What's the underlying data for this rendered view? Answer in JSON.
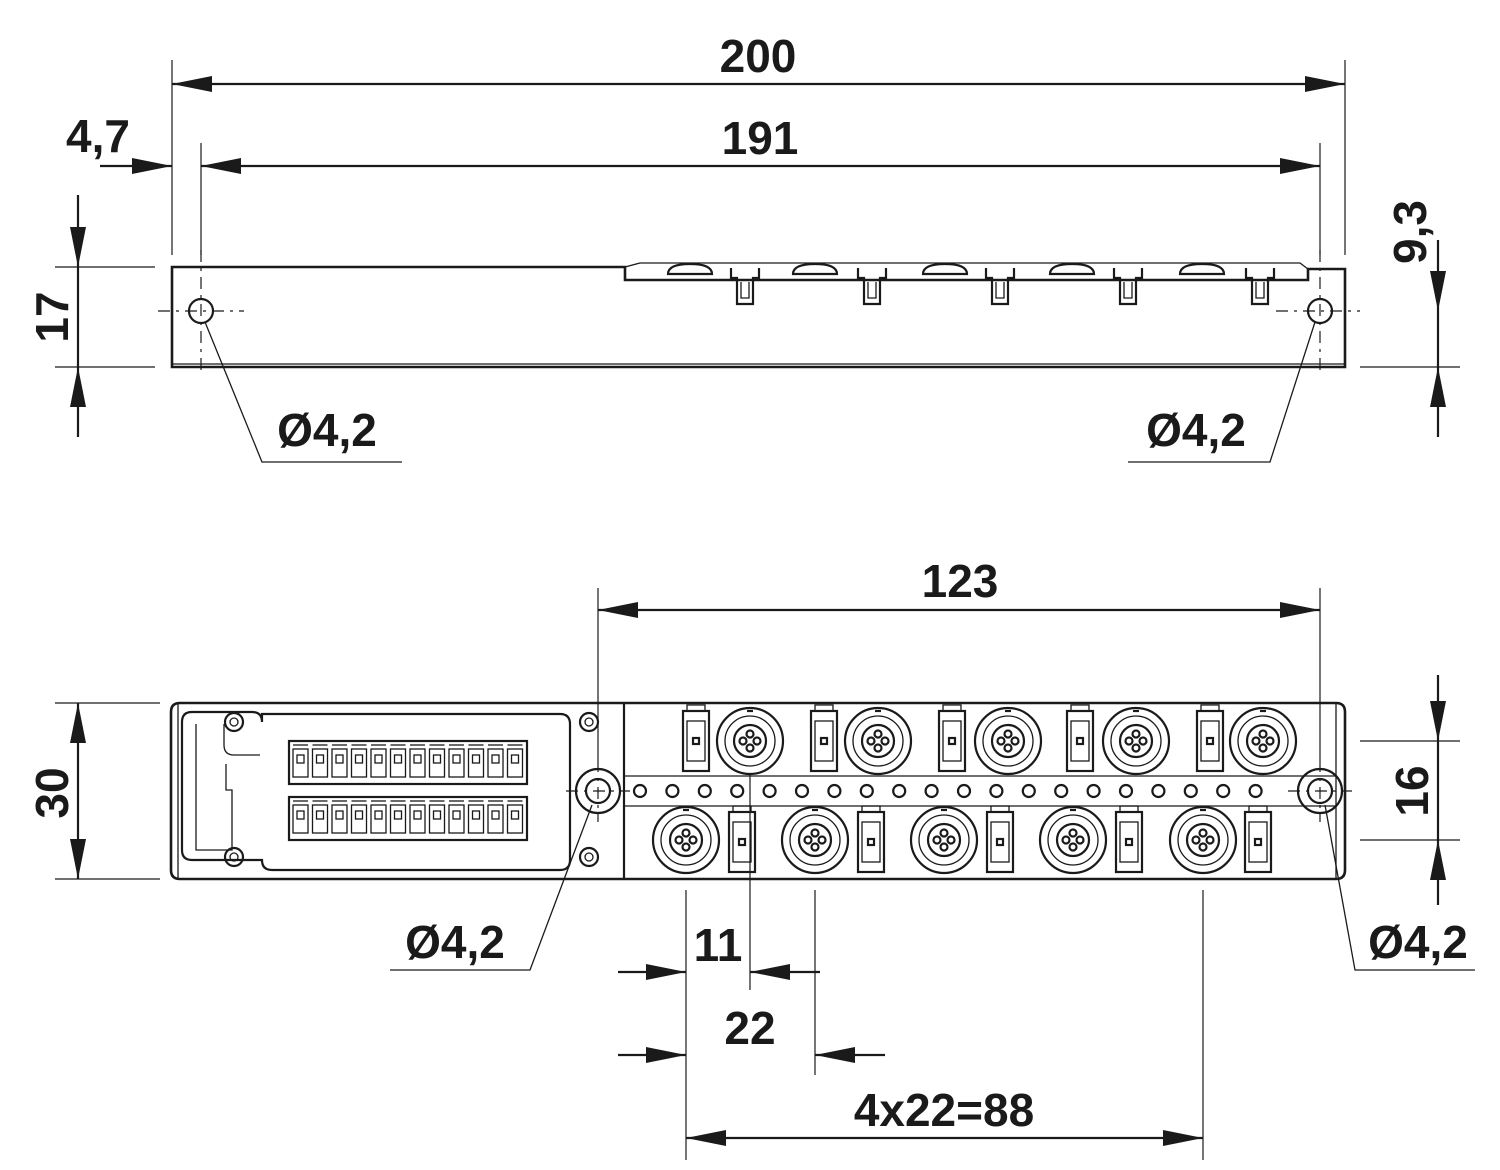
{
  "dimensions": {
    "overall_length": "200",
    "hole_spacing": "191",
    "hole_offset": "4,7",
    "side_height": "17",
    "hole_height": "9,3",
    "hole_top_left": "Ø4,2",
    "hole_top_right": "Ø4,2",
    "port_span": "123",
    "width": "30",
    "hole_row_height": "16",
    "hole_front_left": "Ø4,2",
    "hole_front_right": "Ø4,2",
    "half_pitch": "11",
    "pitch": "22",
    "total_pitch": "4x22=88"
  }
}
